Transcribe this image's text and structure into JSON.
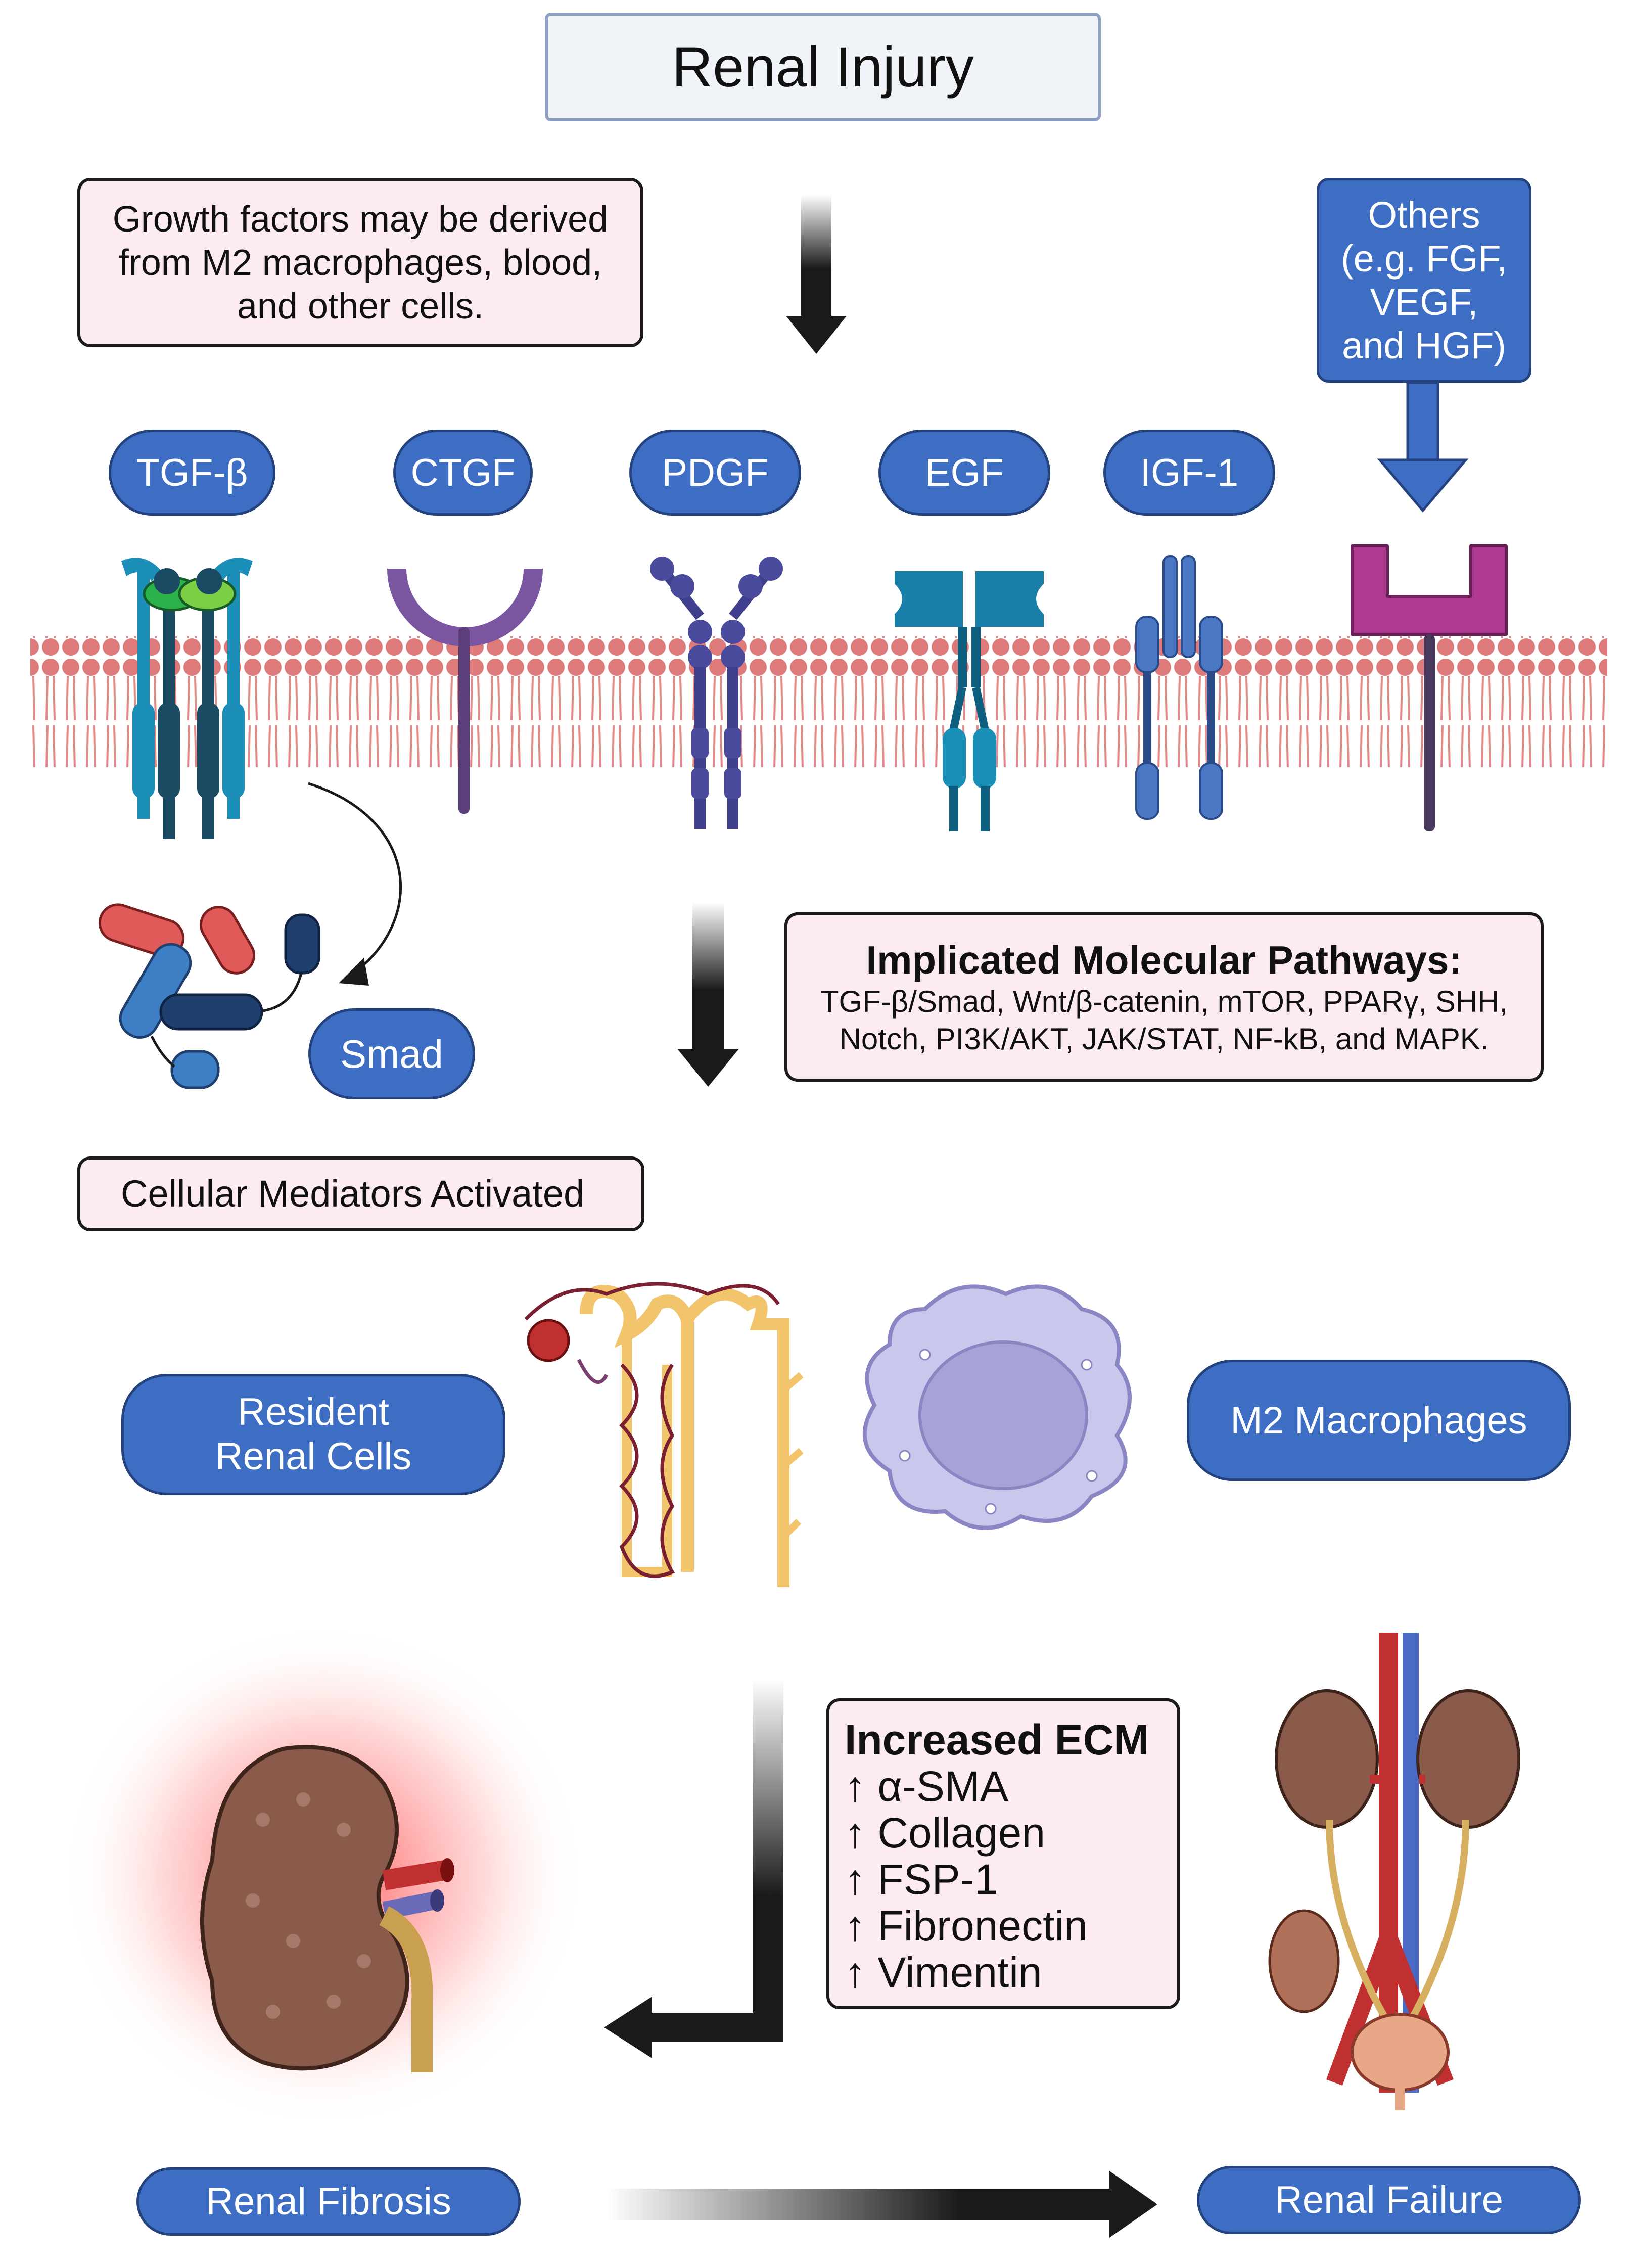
{
  "title": "Renal Injury",
  "growth_note": "Growth factors may be derived from M2 macrophages, blood, and other cells.",
  "factors": [
    "TGF-β",
    "CTGF",
    "PDGF",
    "EGF",
    "IGF-1"
  ],
  "others": "Others (e.g. FGF, VEGF, and HGF)",
  "smad": "Smad",
  "pathways": {
    "title": "Implicated Molecular Pathways:",
    "text": "TGF-β/Smad, Wnt/β-catenin, mTOR, PPARγ, SHH, Notch, PI3K/AKT, JAK/STAT, NF-kB, and MAPK."
  },
  "cellular_mediators": "Cellular Mediators Activated",
  "resident_cells": "Resident Renal Cells",
  "m2_macrophages": "M2 Macrophages",
  "ecm": {
    "title": "Increased ECM",
    "items": [
      "↑ α-SMA",
      "↑ Collagen",
      "↑ FSP-1",
      "↑ Fibronectin",
      "↑ Vimentin"
    ]
  },
  "renal_fibrosis": "Renal Fibrosis",
  "renal_failure": "Renal Failure",
  "colors": {
    "pill_fill": "#3d6ec4",
    "pill_border": "#24427d",
    "note_fill": "#fdebf2",
    "membrane_head": "#dd7a7a",
    "arrow": "#1a1a1a"
  }
}
